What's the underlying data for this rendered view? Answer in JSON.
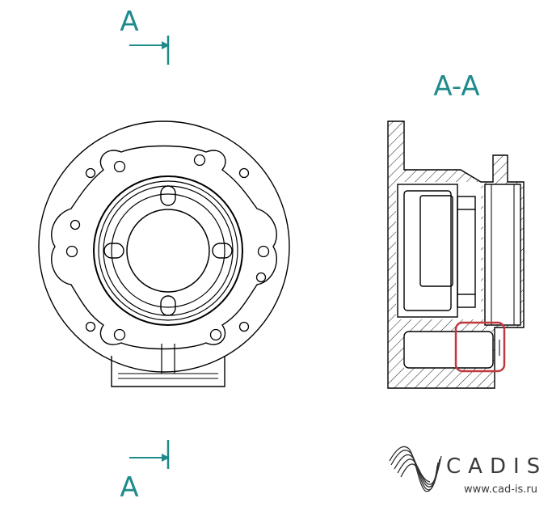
{
  "section": {
    "cut_label_top": "A",
    "cut_label_bottom": "A",
    "view_title": "A-A"
  },
  "branding": {
    "name": "CADIS",
    "url": "www.cad-is.ru"
  },
  "colors": {
    "annotation": "#1f8a8c",
    "line": "#000000",
    "highlight": "#c0393c",
    "brand": "#3a3a3a"
  }
}
